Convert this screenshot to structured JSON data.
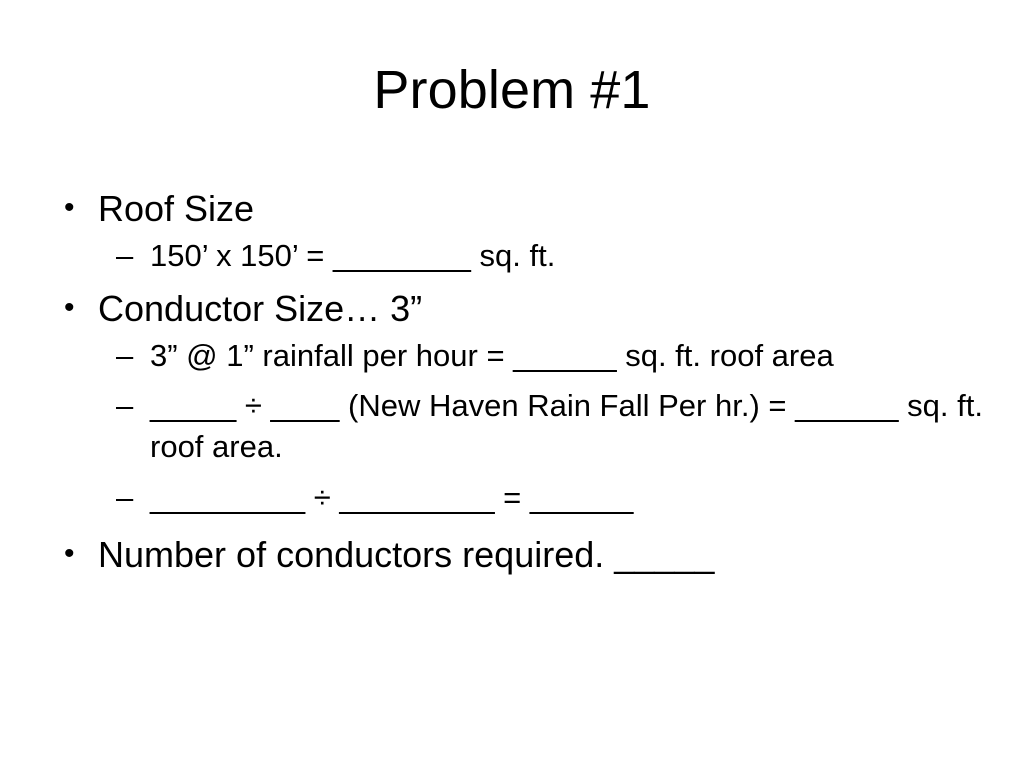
{
  "slide": {
    "title": "Problem #1",
    "background_color": "#ffffff",
    "text_color": "#000000",
    "content": [
      {
        "level": 1,
        "name": "bullet-roof-size",
        "text": "Roof Size"
      },
      {
        "level": 2,
        "name": "subbullet-roof-dimensions",
        "text": "150’ x 150’ = ________ sq. ft."
      },
      {
        "level": 1,
        "name": "bullet-conductor-size",
        "text": "Conductor Size… 3”"
      },
      {
        "level": 2,
        "name": "subbullet-rainfall-per-hour",
        "text": "3” @ 1” rainfall per hour = ______ sq. ft. roof area"
      },
      {
        "level": 2,
        "name": "subbullet-new-haven-rainfall",
        "text": "_____ ÷ ____ (New Haven Rain Fall Per hr.) = ______ sq. ft. roof area."
      },
      {
        "level": 2,
        "name": "subbullet-blank-division",
        "text": "_________ ÷ _________ = ______"
      },
      {
        "level": 1,
        "name": "bullet-number-of-conductors",
        "text": "Number of conductors required. _____"
      }
    ]
  }
}
